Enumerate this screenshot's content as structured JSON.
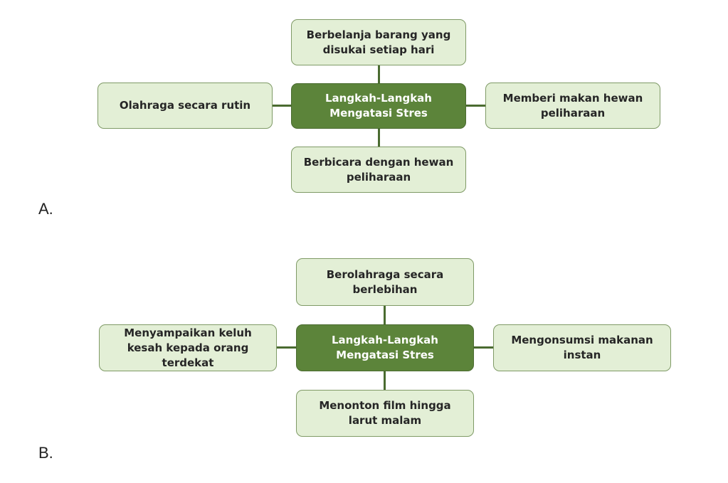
{
  "options": [
    {
      "label": "A.",
      "center": "Langkah-Langkah Mengatasi Stres",
      "top": "Berbelanja barang yang disukai setiap hari",
      "left": "Olahraga secara rutin",
      "right": "Memberi makan hewan peliharaan",
      "bottom": "Berbicara dengan hewan peliharaan"
    },
    {
      "label": "B.",
      "center": "Langkah-Langkah Mengatasi Stres",
      "top": "Berolahraga secara berlebihan",
      "left": "Menyampaikan keluh kesah kepada orang terdekat",
      "right": "Mengonsumsi makanan instan",
      "bottom": "Menonton film hingga larut malam"
    }
  ],
  "colors": {
    "center_fill": "#5c843a",
    "leaf_fill": "#e3efd6",
    "connector": "#4a6b30"
  }
}
